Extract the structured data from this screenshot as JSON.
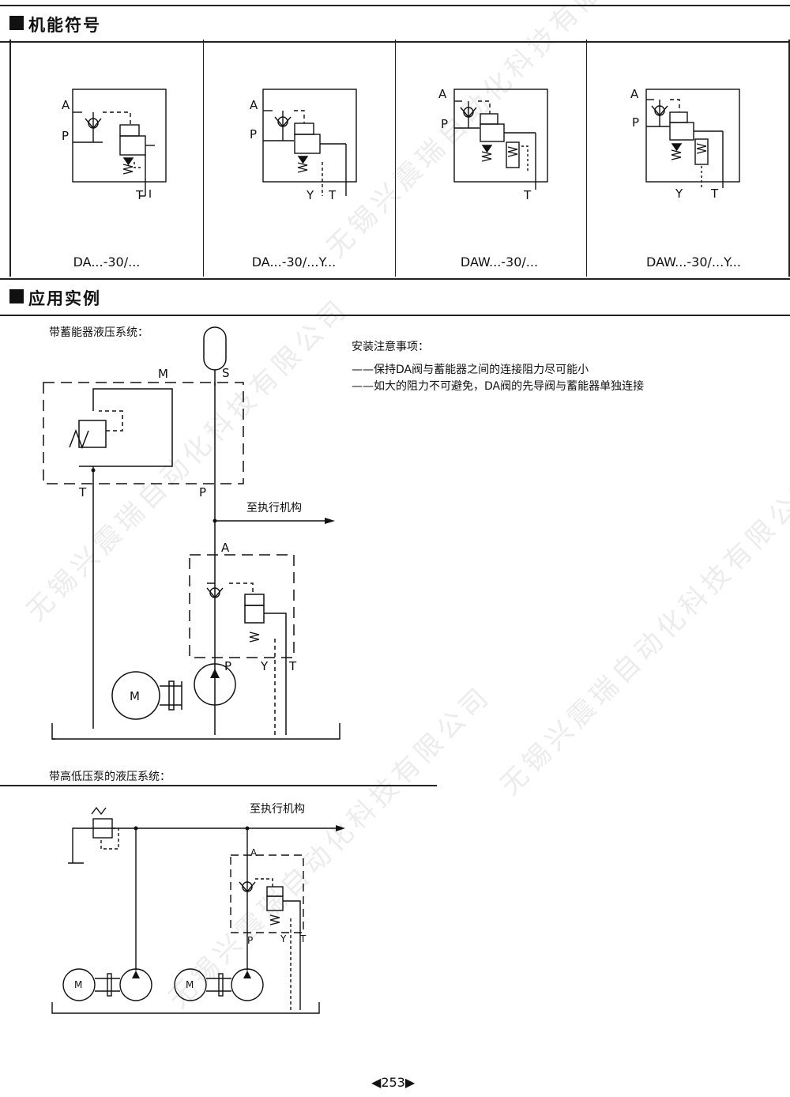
{
  "section1": {
    "title": "机能符号"
  },
  "symbols": [
    {
      "label": "DA...-30/..."
    },
    {
      "label": "DA...-30/...Y..."
    },
    {
      "label": "DAW...-30/..."
    },
    {
      "label": "DAW...-30/...Y..."
    }
  ],
  "port_labels": {
    "a": "A",
    "p": "P",
    "t": "T",
    "y": "Y",
    "m": "M",
    "s": "S",
    "motor": "M"
  },
  "section2": {
    "title": "应用实例"
  },
  "example1": {
    "caption": "带蓄能器液压系统：",
    "to_actuator": "至执行机构"
  },
  "notes": {
    "title": "安装注意事项：",
    "items": [
      "——保持DA阀与蓄能器之间的连接阻力尽可能小",
      "——如大的阻力不可避免，DA阀的先导阀与蓄能器单独连接"
    ]
  },
  "example2": {
    "caption": "带高低压泵的液压系统：",
    "to_actuator": "至执行机构"
  },
  "page_number": "253",
  "watermark": "无锡兴震瑞自动化科技有限公司"
}
